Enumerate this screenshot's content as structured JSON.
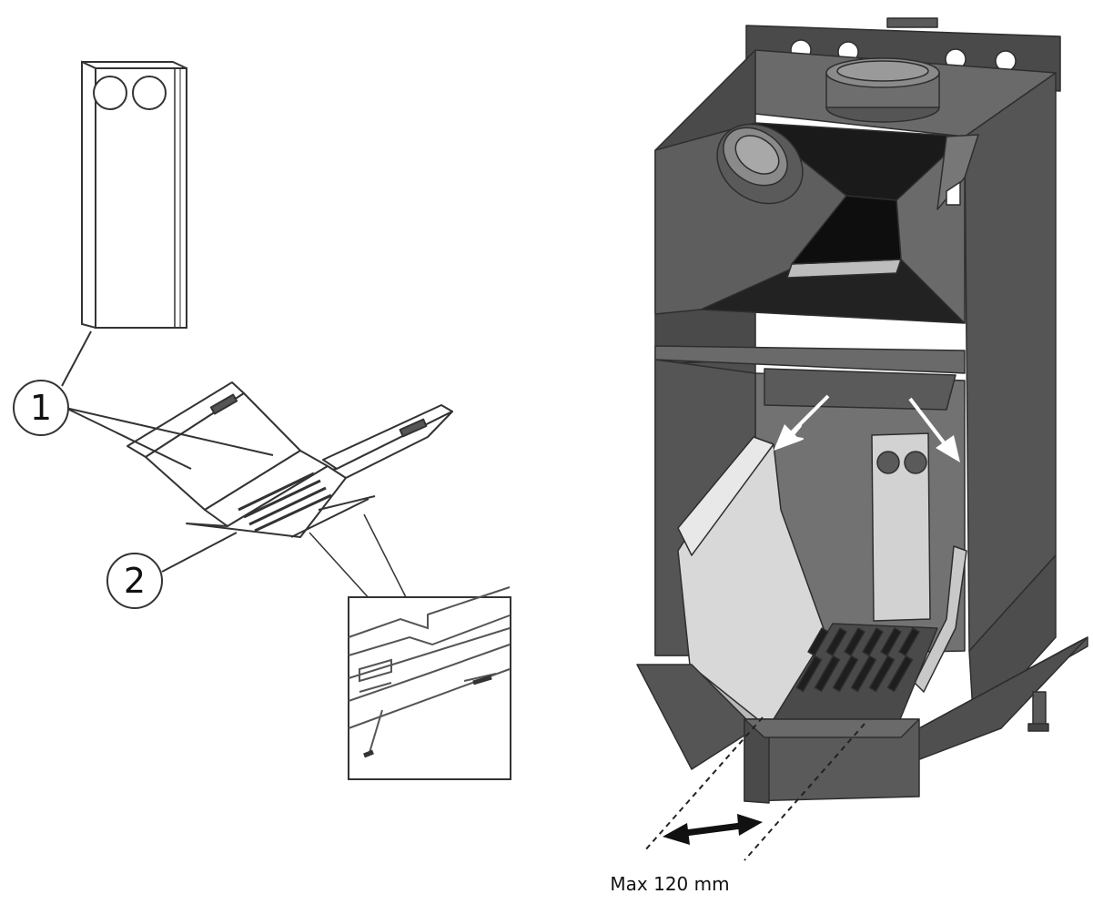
{
  "callouts": [
    {
      "label": "1"
    },
    {
      "label": "2"
    }
  ],
  "dimension": {
    "caption": "Max 120 mm"
  },
  "colors": {
    "stove_dark": "#4a4a4a",
    "stove_mid": "#5c5c5c",
    "stove_light": "#8a8a8a",
    "liner_light": "#d4d4d4",
    "line": "#333333"
  }
}
